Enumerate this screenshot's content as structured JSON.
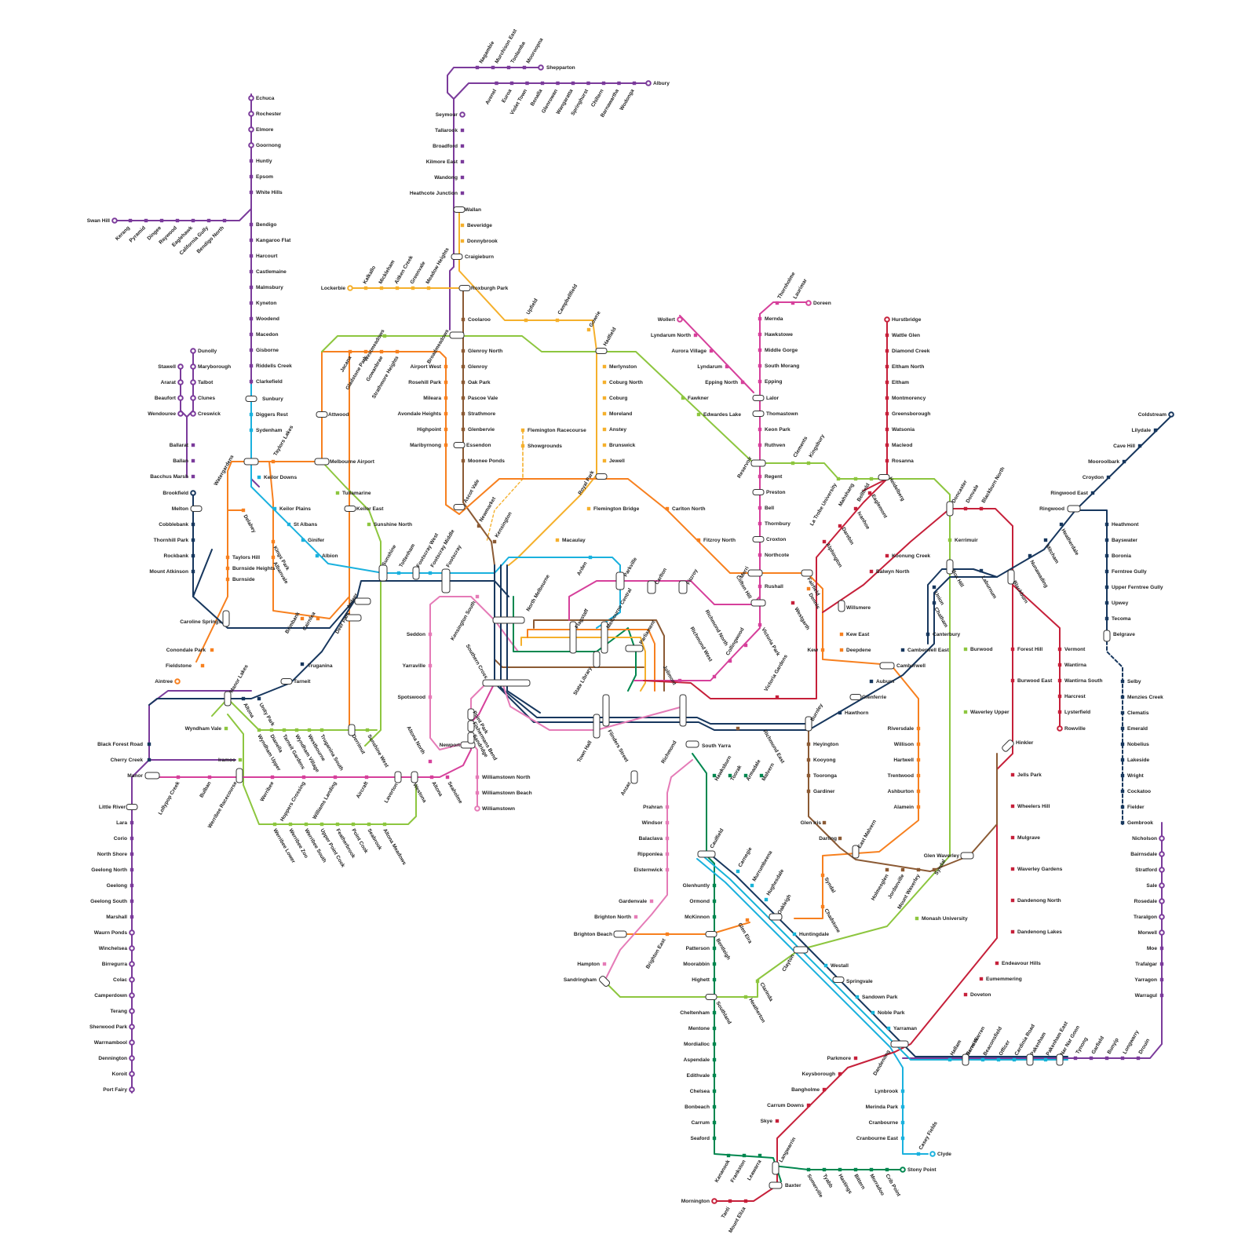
{
  "colors": {
    "purple": "#7b3b9b",
    "gold": "#f5b02c",
    "brown": "#8b5a34",
    "green": "#8dc63f",
    "orange": "#f7801f",
    "cyan": "#1ab1de",
    "blue": "#16b3d8",
    "pink": "#e57bb7",
    "magenta": "#d6409b",
    "red": "#c6203a",
    "navy": "#17375e",
    "dkgreen": "#00874f",
    "grey": "#444444"
  },
  "lines": [
    {
      "id": "swanhill",
      "color": "purple",
      "stations": [
        "Swan Hill",
        "Kerang",
        "Pyramid",
        "Dingee",
        "Raywood",
        "Eaglehawk",
        "California Gully",
        "Bendigo North"
      ]
    },
    {
      "id": "echuca",
      "color": "purple",
      "stations": [
        "Echuca",
        "Rochester",
        "Elmore",
        "Goornong",
        "Huntly",
        "Epsom",
        "White Hills"
      ]
    },
    {
      "id": "bendigo",
      "color": "purple",
      "stations": [
        "Bendigo",
        "Kangaroo Flat",
        "Harcourt",
        "Castlemaine",
        "Malmsbury",
        "Kyneton",
        "Woodend",
        "Macedon",
        "Gisborne",
        "Riddells Creek",
        "Clarkefield",
        "Sunbury"
      ]
    },
    {
      "id": "shepparton",
      "color": "purple",
      "stations": [
        "Shepparton",
        "Mooroopna",
        "Toolamba",
        "Murchison East",
        "Nagambie",
        "Seymour",
        "Tallarook",
        "Broadford",
        "Kilmore East",
        "Wandong",
        "Heathcote Junction",
        "Wallan"
      ]
    },
    {
      "id": "albury",
      "color": "purple",
      "stations": [
        "Albury",
        "Wodonga",
        "Barnawartha",
        "Chiltern",
        "Springhurst",
        "Wangaratta",
        "Glenrowan",
        "Benalla",
        "Violet Town",
        "Euroa",
        "Avenel"
      ]
    },
    {
      "id": "upfield",
      "color": "gold",
      "stations": [
        "Beveridge",
        "Donnybrook",
        "Craigieburn",
        "Upfield",
        "Campbellfield",
        "Gowrie",
        "Merlynston",
        "Coburg North",
        "Coburg",
        "Moreland",
        "Anstey",
        "Brunswick",
        "Jewell",
        "Royal Park",
        "Flemington Bridge",
        "Macaulay"
      ]
    },
    {
      "id": "lockerbie",
      "color": "gold",
      "stations": [
        "Lockerbie",
        "Kalkallo",
        "Mickleham",
        "Aitken Creek",
        "Greenvale",
        "Meadow Heights"
      ]
    },
    {
      "id": "craigieburn",
      "color": "brown",
      "stations": [
        "Roxburgh Park",
        "Coolaroo",
        "Glenroy North",
        "Glenroy",
        "Oak Park",
        "Pascoe Vale",
        "Strathmore",
        "Glenbervie",
        "Essendon",
        "Moonee Ponds",
        "Ascot Vale",
        "Newmarket",
        "Kensington",
        "Broadmeadows"
      ]
    },
    {
      "id": "racecourse",
      "color": "gold",
      "stations": [
        "Flemington Racecourse",
        "Showgrounds"
      ]
    },
    {
      "id": "airport",
      "color": "orange",
      "stations": [
        "Jacana",
        "Gladstone Park",
        "Gowanbrae",
        "Strathmore Heights",
        "Airport West",
        "Rosehill Park",
        "Mileara",
        "Avondale Heights",
        "Highpoint",
        "Maribyrnong",
        "Melbourne Airport",
        "Taylors Lakes",
        "Watergardens"
      ]
    },
    {
      "id": "sunbury",
      "color": "cyan",
      "stations": [
        "Diggers Rest",
        "Sydenham",
        "Keilor Downs",
        "Keilor Plains",
        "St Albans",
        "Ginifer",
        "Albion",
        "Sunshine",
        "Tottenham",
        "Footscray West",
        "Footscray Middle",
        "Footscray"
      ]
    },
    {
      "id": "westmeadows",
      "color": "green",
      "stations": [
        "Westmeadows",
        "Attwood",
        "Tullamarine",
        "Keilor East",
        "Sunshine North",
        "Hadfield",
        "Fawkner",
        "Edwardes Lake",
        "Reservoir"
      ]
    },
    {
      "id": "ballarat",
      "color": "purple",
      "stations": [
        "Dunolly",
        "Maryborough",
        "Talbot",
        "Clunes",
        "Creswick",
        "Stawell",
        "Ararat",
        "Beaufort",
        "Wendouree",
        "Ballarat",
        "Ballan",
        "Bacchus Marsh"
      ]
    },
    {
      "id": "melton",
      "color": "navy",
      "stations": [
        "Brookfield",
        "Melton",
        "Cobblebank",
        "Thornhill Park",
        "Rockbank",
        "Mount Atkinson",
        "Caroline Springs",
        "Ardeer",
        "Deer Park",
        "Truganina",
        "Tarneit"
      ]
    },
    {
      "id": "delahey",
      "color": "orange",
      "stations": [
        "Delahey",
        "Taylors Hill",
        "Burnside Heights",
        "Burnside",
        "Kings Park",
        "Albanvale",
        "Brimbank",
        "Cairnlea",
        "Conondale Park",
        "Fieldstone",
        "Aintree"
      ]
    },
    {
      "id": "geelong",
      "color": "purple",
      "stations": [
        "Manor",
        "Little River",
        "Lara",
        "Corio",
        "North Shore",
        "Geelong North",
        "Geelong",
        "Geelong South",
        "Marshall",
        "Waurn Ponds",
        "Winchelsea",
        "Birregurra",
        "Colac",
        "Camperdown",
        "Terang",
        "Sherwood Park",
        "Warrnambool",
        "Dennington",
        "Koroit",
        "Port Fairy"
      ]
    },
    {
      "id": "wyndham",
      "color": "navy",
      "stations": [
        "Manor Lakes",
        "Black Forest Road",
        "Cherry Creek",
        "Altona",
        "Unity Park"
      ]
    },
    {
      "id": "werribee",
      "color": "magenta",
      "stations": [
        "Lollypop Creek",
        "Bulban",
        "Werribee Racecourse",
        "Werribee",
        "Hoppers Crossing",
        "Williams Landing",
        "Aircraft",
        "Laverton",
        "Westona",
        "Altona",
        "Seaholme",
        "Newport",
        "Altona North"
      ]
    },
    {
      "id": "tarneit",
      "color": "green",
      "stations": [
        "Wyndham Vale",
        "Iramoo",
        "Wyndham Upper",
        "Dianella",
        "Tarneit Gardens",
        "Wyndham Village",
        "Westbourne",
        "Truganina South",
        "Derrimut",
        "Sunshine West",
        "Werribee Lower",
        "Werribee Zoo",
        "Werribee South",
        "Upper Point Cook",
        "Featherbrook",
        "Point Cook",
        "Seabrook",
        "Altona Meadows"
      ]
    },
    {
      "id": "williamstown",
      "color": "pink",
      "stations": [
        "Williamstown North",
        "Williamstown Beach",
        "Williamstown",
        "Seddon",
        "Yarraville",
        "Spotswood",
        "Kensington South",
        "Point Park",
        "Fishermans Bend",
        "Sandridge"
      ]
    },
    {
      "id": "city",
      "color": "grey",
      "stations": [
        "North Melbourne",
        "Arden",
        "Parkville",
        "Carlton",
        "Fitzroy",
        "Flagstaff",
        "Melbourne Central",
        "Parliament",
        "State Library",
        "Southern Cross",
        "Flinders Street",
        "Town Hall",
        "Richmond",
        "Jolimont",
        "Anzac",
        "South Yarra"
      ]
    },
    {
      "id": "fitzroy",
      "color": "orange",
      "stations": [
        "Carlton North",
        "Fitzroy North",
        "Merri",
        "Fairfield",
        "Dennis",
        "Willsmere",
        "Kew East",
        "Deepdene",
        "Kew",
        "Camberwell",
        "Riversdale",
        "Willison",
        "Hartwell",
        "Trentwood",
        "Ashburton",
        "Alamein"
      ]
    },
    {
      "id": "mernda",
      "color": "magenta",
      "stations": [
        "Thornholme",
        "Laurimar",
        "Doreen",
        "Mernda",
        "Hawkstowe",
        "Middle Gorge",
        "South Morang",
        "Epping",
        "Lalor",
        "Thomastown",
        "Keon Park",
        "Ruthven",
        "Regent",
        "Preston",
        "Bell",
        "Thornbury",
        "Croxton",
        "Northcote",
        "Rushall",
        "Clifton Hill",
        "Victoria Park",
        "Collingwood",
        "Richmond North",
        "Richmond West",
        "Wollert",
        "Lyndarum North",
        "Aurora Village",
        "Lyndarum",
        "Epping North"
      ]
    },
    {
      "id": "hurstbridge",
      "color": "red",
      "stations": [
        "Hurstbridge",
        "Wattle Glen",
        "Diamond Creek",
        "Eltham North",
        "Eltham",
        "Montmorency",
        "Greensborough",
        "Watsonia",
        "Macleod",
        "Rosanna",
        "Heidelberg",
        "Eaglemont",
        "Ivanhoe",
        "Darebin",
        "Alphington",
        "Westgarth",
        "Victoria Gardens"
      ]
    },
    {
      "id": "doncaster",
      "color": "green",
      "stations": [
        "Clements",
        "Kingsbury",
        "La Trobe University",
        "Mahshang",
        "Bellfield",
        "Doncaster",
        "Kerrimuir",
        "Box Hill",
        "Burwood",
        "Waverley Upper",
        "Glen Waverley",
        "Monash University",
        "Clayton"
      ]
    },
    {
      "id": "bluestar",
      "color": "red",
      "stations": [
        "Donvale",
        "Blackburn North",
        "Koonung Creek",
        "Balwyn North",
        "Laburnum",
        "Blackburn",
        "Forest Hill",
        "Burwood East",
        "Hinkler",
        "Jells Park",
        "Wheelers Hill",
        "Mulgrave",
        "Waverley Gardens",
        "Dandenong North",
        "Dandenong Lakes",
        "Endeavour Hills",
        "Eumemmering",
        "Doveton",
        "Dandenong"
      ]
    },
    {
      "id": "lilydale",
      "color": "navy",
      "stations": [
        "Coldstream",
        "Lilydale",
        "Cave Hill",
        "Mooroolbark",
        "Croydon",
        "Ringwood East",
        "Ringwood",
        "Heatherdale",
        "Mitcham",
        "Nunawading",
        "Union",
        "Chatham",
        "Canterbury",
        "Camberwell East",
        "Auburn",
        "Glenferrie",
        "Hawthorn",
        "Burnley"
      ]
    },
    {
      "id": "belgrave",
      "color": "navy",
      "stations": [
        "Heathmont",
        "Bayswater",
        "Boronia",
        "Ferntree Gully",
        "Upper Ferntree Gully",
        "Upwey",
        "Tecoma",
        "Belgrave",
        "Selby",
        "Menzies Creek",
        "Clematis",
        "Emerald",
        "Nobelius",
        "Lakeside",
        "Wright",
        "Cockatoo",
        "Fielder",
        "Gembrook"
      ]
    },
    {
      "id": "rowville",
      "color": "red",
      "stations": [
        "Vermont",
        "Wantirna",
        "Wantirna South",
        "Harcrest",
        "Lysterfield",
        "Rowville"
      ]
    },
    {
      "id": "glenwaverley",
      "color": "brown",
      "stations": [
        "Richmond East",
        "Heyington",
        "Kooyong",
        "Tooronga",
        "Gardiner",
        "Glen Iris",
        "Darling",
        "East Malvern",
        "Holmesglen",
        "Jordanville",
        "Mount Waverley",
        "Syndal"
      ]
    },
    {
      "id": "sandringham",
      "color": "pink",
      "stations": [
        "Prahran",
        "Windsor",
        "Balaclava",
        "Ripponlea",
        "Elsternwick",
        "Gardenvale",
        "Brighton North",
        "Brighton Beach",
        "Hampton",
        "Sandringham"
      ]
    },
    {
      "id": "frankston",
      "color": "dkgreen",
      "stations": [
        "Hawksburn",
        "Toorak",
        "Armadale",
        "Malvern",
        "Caulfield",
        "Glenhuntly",
        "Ormond",
        "McKinnon",
        "Bentleigh",
        "Patterson",
        "Moorabbin",
        "Highett",
        "Southland",
        "Cheltenham",
        "Mentone",
        "Mordialloc",
        "Aspendale",
        "Edithvale",
        "Chelsea",
        "Bonbeach",
        "Carrum",
        "Seaford",
        "Kananook",
        "Frankston",
        "Leawarra",
        "Langwarrin",
        "Baxter",
        "Somerville",
        "Tyabb",
        "Hastings",
        "Bittern",
        "Morradoo",
        "Crib Point",
        "Stony Point"
      ]
    },
    {
      "id": "cranbourne",
      "color": "blue",
      "stations": [
        "Carnegie",
        "Murrumbeena",
        "Hughesdale",
        "Oakleigh",
        "Huntingdale",
        "Westall",
        "Springvale",
        "Sandown Park",
        "Noble Park",
        "Yarraman",
        "Hallam",
        "Narre Warren",
        "Berwick",
        "Beaconsfield",
        "Officer",
        "Cardinia Road",
        "Pakenham",
        "Pakenham East",
        "Nar Nar Goon",
        "Lynbrook",
        "Merinda Park",
        "Cranbourne",
        "Cranbourne East",
        "Casey Fields",
        "Clyde"
      ]
    },
    {
      "id": "gippsland",
      "color": "purple",
      "stations": [
        "Tynong",
        "Garfield",
        "Bunyip",
        "Longwarry",
        "Drouin",
        "Warragul",
        "Yarragon",
        "Trafalgar",
        "Moe",
        "Morwell",
        "Traralgon",
        "Rosedale",
        "Sale",
        "Stratford",
        "Bairnsdale",
        "Nicholson"
      ]
    },
    {
      "id": "crossing",
      "color": "green",
      "stations": [
        "Syndal",
        "Chadstone",
        "Glen Eira",
        "Clarinda",
        "Heatherton"
      ]
    },
    {
      "id": "mornington",
      "color": "red",
      "stations": [
        "Mornington",
        "Tanti",
        "Mount Eliza",
        "Skye",
        "Carrum Downs",
        "Bangholme",
        "Keysborough",
        "Parkmore"
      ]
    }
  ]
}
